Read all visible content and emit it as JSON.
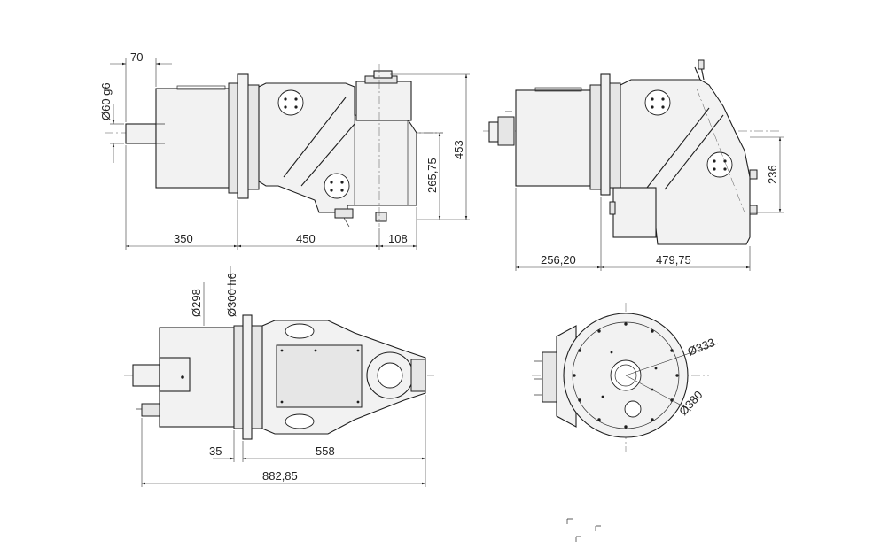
{
  "drawing": {
    "title": "",
    "views": [
      "side-view-left",
      "side-view-right",
      "top-view",
      "end-view"
    ],
    "dimensions": {
      "side_left": {
        "d_shaft": "Ø60 g6",
        "shaft_len": "70",
        "len_motor": "350",
        "len_body": "450",
        "len_right": "108",
        "height_axis": "265,75",
        "height_total": "453"
      },
      "side_right": {
        "len_left": "256,20",
        "len_right": "479,75",
        "height": "236"
      },
      "top": {
        "d_flange": "Ø298",
        "d_pilot": "Ø300 h6",
        "len_a": "35",
        "len_b": "558",
        "len_total": "882,85"
      },
      "end": {
        "d_inner": "Ø333",
        "d_outer": "Ø380"
      }
    }
  },
  "colors": {
    "line": "#1e1e1e",
    "fill": "#f2f2f2",
    "background": "#ffffff"
  }
}
